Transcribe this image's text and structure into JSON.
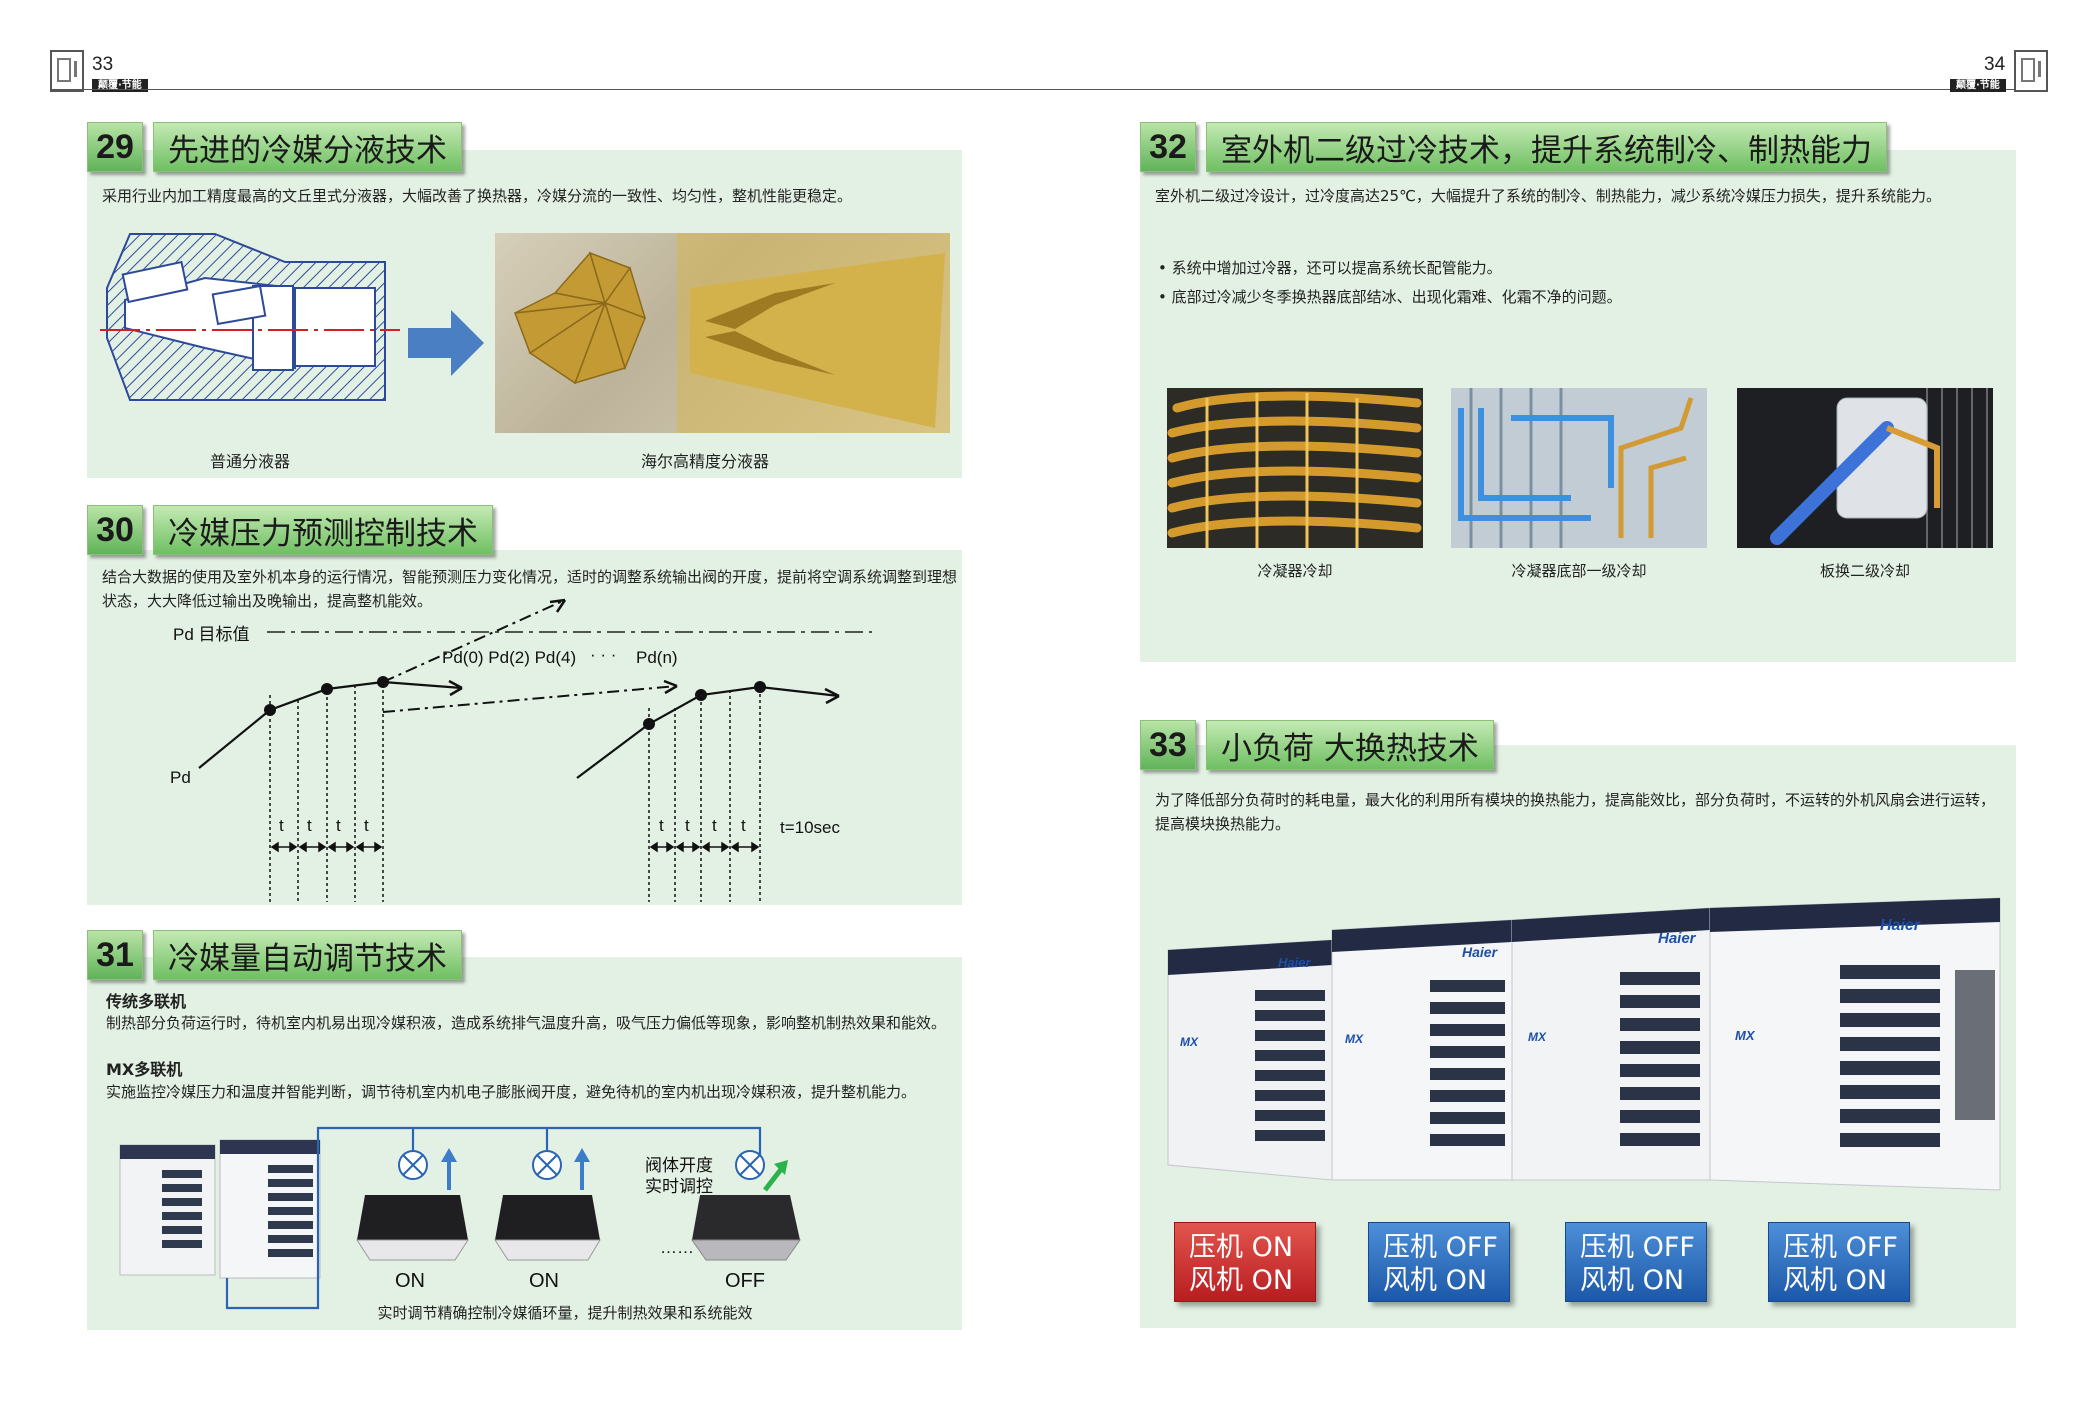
{
  "header": {
    "left_page": "33",
    "right_page": "34",
    "tag": "颠覆·节能"
  },
  "s29": {
    "num": "29",
    "title": "先进的冷媒分液技术",
    "desc": "采用行业内加工精度最高的文丘里式分液器，大幅改善了换热器，冷媒分流的一致性、均匀性，整机性能更稳定。",
    "cap_left": "普通分液器",
    "cap_right": "海尔高精度分液器"
  },
  "s30": {
    "num": "30",
    "title": "冷媒压力预测控制技术",
    "desc": "结合大数据的使用及室外机本身的运行情况，智能预测压力变化情况，适时的调整系统输出阀的开度，提前将空调系统调整到理想状态，大大降低过输出及晚输出，提高整机能效。",
    "target_label": "Pd  目标值",
    "pd_label": "Pd",
    "pd_series": "Pd(0) Pd(2) Pd(4)",
    "dots": "· · ·",
    "pd_n": "Pd(n)",
    "t": "t",
    "interval": "t=10sec"
  },
  "s31": {
    "num": "31",
    "title": "冷媒量自动调节技术",
    "h1": "传统多联机",
    "p1": "制热部分负荷运行时，待机室内机易出现冷媒积液，造成系统排气温度升高，吸气压力偏低等现象，影响整机制热效果和能效。",
    "h2": "MX多联机",
    "p2": "实施监控冷媒压力和温度并智能判断，调节待机室内机电子膨胀阀开度，避免待机的室内机出现冷媒积液，提升整机能力。",
    "valve_note_1": "阀体开度",
    "valve_note_2": "实时调控",
    "on1": "ON",
    "on2": "ON",
    "off": "OFF",
    "dots": "……",
    "caption": "实时调节精确控制冷媒循环量，提升制热效果和系统能效"
  },
  "s32": {
    "num": "32",
    "title": "室外机二级过冷技术，提升系统制冷、制热能力",
    "desc": "室外机二级过冷设计，过冷度高达25℃，大幅提升了系统的制冷、制热能力，减少系统冷媒压力损失，提升系统能力。",
    "bullets": [
      "系统中增加过冷器，还可以提高系统长配管能力。",
      "底部过冷减少冬季换热器底部结冰、出现化霜难、化霜不净的问题。"
    ],
    "captions": [
      "冷凝器冷却",
      "冷凝器底部一级冷却",
      "板换二级冷却"
    ]
  },
  "s33": {
    "num": "33",
    "title": "小负荷 大换热技术",
    "desc": "为了降低部分负荷时的耗电量，最大化的利用所有模块的换热能力，提高能效比，部分负荷时，不运转的外机风扇会进行运转，提高模块换热能力。",
    "brand": "Haier",
    "model": "MX",
    "buttons": [
      {
        "line1": "压机 ON",
        "line2": "风机 ON",
        "state": "red"
      },
      {
        "line1": "压机 OFF",
        "line2": "风机 ON",
        "state": "blue"
      },
      {
        "line1": "压机 OFF",
        "line2": "风机 ON",
        "state": "blue"
      },
      {
        "line1": "压机 OFF",
        "line2": "风机 ON",
        "state": "blue"
      }
    ]
  },
  "colors": {
    "panel": "#e3f1e4",
    "title_green": "#6fbf62",
    "red_button": "#c8282a",
    "blue_button": "#2a68b8"
  }
}
